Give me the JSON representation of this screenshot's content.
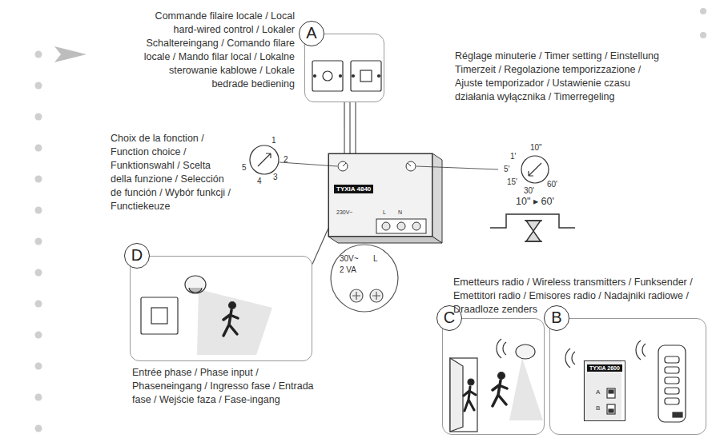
{
  "diagram": {
    "nodes": [
      {
        "text": [
          "A"
        ]
      },
      {
        "text": [
          "TYXIA 4840"
        ]
      },
      {
        "text": [
          "D"
        ]
      },
      {
        "text": [
          "C"
        ]
      },
      {
        "text": [
          "B"
        ]
      },
      {
        "text": [
          "TYXIA 2600"
        ],
        "in": 4
      }
    ],
    "edges": [
      {
        "from": 0,
        "to": 1,
        "arrow": "none"
      },
      {
        "from": 2,
        "to": 1,
        "arrow": "none"
      }
    ],
    "labels": [
      "Commande filaire locale / Local hard-wired control / Lokaler Schaltereingang / Comando filare locale / Mando filar local / Lokalne sterowanie kablowe / Lokale bedrade bediening",
      "Choix de la fonction / Function choice / Funktionswahl / Scelta della funzione / Selección de función / Wybór funkcji / Functiekeuze",
      "Réglage minuterie / Timer setting / Einstellung Timerzeit / Regolazione temporizzazione / Ajuste temporizador / Ustawienie czasu działania wyłącznika / Timerregeling",
      "Emetteurs radio / Wireless transmitters / Funksender / Emettitori radio / Emisores radio / Nadajniki radiowe / Draadloze zenders",
      "Entrée phase / Phase input / Phaseneingang / Ingresso fase / Entrada fase / Wejście faza / Fase-ingang",
      "1",
      "2",
      "3",
      "4",
      "5",
      "10\"",
      "1'",
      "5'",
      "15'",
      "30'",
      "60'",
      "10\" ▸ 60'",
      "30V~",
      "2 VA",
      "L",
      "A",
      "B",
      "L",
      "N",
      "230V~"
    ]
  }
}
